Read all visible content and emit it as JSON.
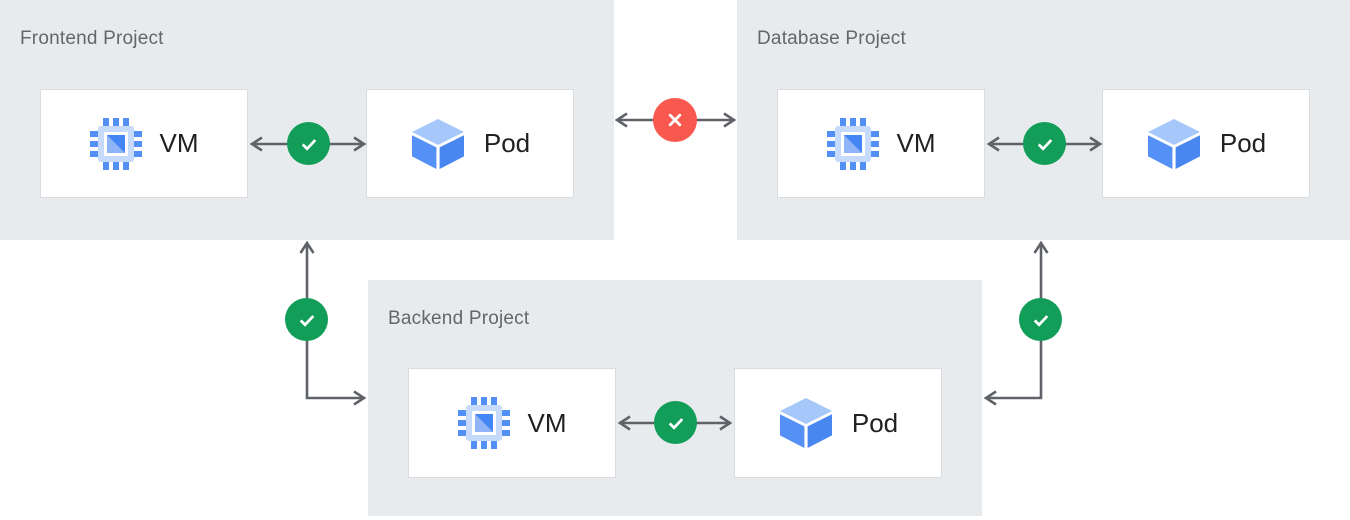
{
  "diagram": {
    "projects": [
      {
        "id": "frontend",
        "title": "Frontend Project",
        "vm_label": "VM",
        "pod_label": "Pod",
        "internal_connection": "allowed"
      },
      {
        "id": "database",
        "title": "Database Project",
        "vm_label": "VM",
        "pod_label": "Pod",
        "internal_connection": "allowed"
      },
      {
        "id": "backend",
        "title": "Backend Project",
        "vm_label": "VM",
        "pod_label": "Pod",
        "internal_connection": "allowed"
      }
    ],
    "connections": [
      {
        "from": "frontend-vm",
        "to": "frontend-pod",
        "status": "allowed",
        "icon": "check-icon"
      },
      {
        "from": "database-vm",
        "to": "database-pod",
        "status": "allowed",
        "icon": "check-icon"
      },
      {
        "from": "backend-vm",
        "to": "backend-pod",
        "status": "allowed",
        "icon": "check-icon"
      },
      {
        "from": "frontend",
        "to": "database",
        "status": "blocked",
        "icon": "x-icon"
      },
      {
        "from": "frontend",
        "to": "backend",
        "status": "allowed",
        "icon": "check-icon"
      },
      {
        "from": "database",
        "to": "backend",
        "status": "allowed",
        "icon": "check-icon"
      }
    ],
    "colors": {
      "panel_bg": "#E8EBEE",
      "node_bg": "#FFFFFF",
      "node_border": "#DADCE0",
      "title_text": "#63676B",
      "node_text": "#212121",
      "arrow": "#5F6368",
      "allowed_green": "#129D58",
      "blocked_red": "#F9584E",
      "icon_blue_dark": "#4285F4",
      "icon_blue_mid": "#5490F6",
      "icon_blue_light": "#A5C7FA"
    }
  }
}
